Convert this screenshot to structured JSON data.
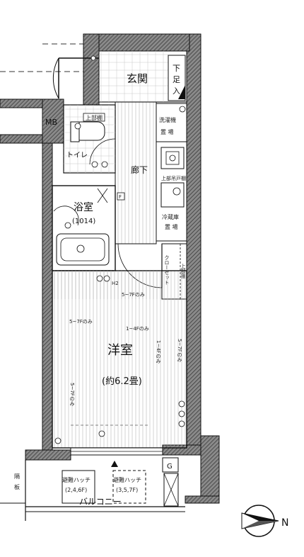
{
  "rooms": {
    "genkan": "玄関",
    "geta_1": "下",
    "geta_2": "足",
    "geta_3": "入",
    "mb": "MB",
    "toilet": "トイレ",
    "joubudana_toilet": "上部棚",
    "rouka": "廊下",
    "sentakuki_1": "洗濯機",
    "sentakuki_2": "置 場",
    "joubudana_kitchen": "上部吊戸棚",
    "reizouko_1": "冷蔵庫",
    "reizouko_2": "置 場",
    "bath": "浴室",
    "bath_size": "(1014)",
    "closet": "クローゼット",
    "closet_joubu": "上部棚",
    "youshitsu": "洋室",
    "youshitsu_size": "(約6.2畳)",
    "hinan_1": "避難ハッチ",
    "hinan_1_floors": "(2,4,6F)",
    "hinan_2": "避難ハッチ",
    "hinan_2_floors": "(3,5,7F)",
    "balcony": "バルコニー",
    "kakuita_1": "隔",
    "kakuita_2": "板"
  },
  "annotations": {
    "floor_5_7_a": "5~7Fのみ",
    "floor_5_7_b": "5~7Fのみ",
    "floor_1_4_a": "1~4Fのみ",
    "floor_1_4_b": "1~4Fのみ",
    "floor_5_7_c": "5~7Fのみ",
    "floor_5_7_d": "5~7Fのみ",
    "h2": "H2",
    "f_mark": "F",
    "g_mark": "G"
  },
  "compass": {
    "label": "N"
  }
}
